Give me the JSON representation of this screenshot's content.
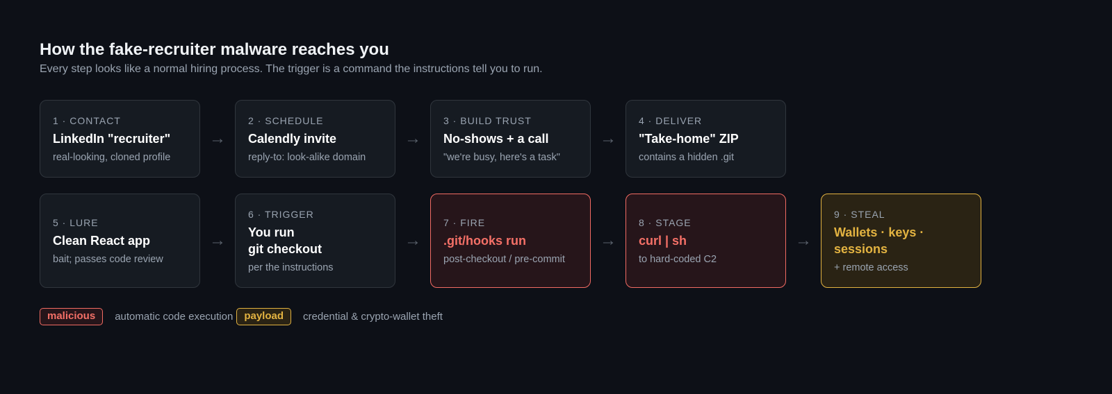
{
  "title": "How the fake-recruiter malware reaches you",
  "subtitle": "Every step looks like a normal hiring process. The trigger is a command the instructions tell you to run.",
  "arrow_glyph": "→",
  "steps": [
    {
      "step": "1 · CONTACT",
      "head": "LinkedIn \"recruiter\"",
      "desc": "real-looking, cloned profile",
      "kind": "normal"
    },
    {
      "step": "2 · SCHEDULE",
      "head": "Calendly invite",
      "desc": "reply-to: look-alike domain",
      "kind": "normal"
    },
    {
      "step": "3 · BUILD TRUST",
      "head": "No-shows + a call",
      "desc": "\"we're busy, here's a task\"",
      "kind": "normal"
    },
    {
      "step": "4 · DELIVER",
      "head": "\"Take-home\" ZIP",
      "desc": "contains a hidden .git",
      "kind": "normal"
    },
    {
      "step": "5 · LURE",
      "head": "Clean React app",
      "desc": "bait; passes code review",
      "kind": "normal"
    },
    {
      "step": "6 · TRIGGER",
      "head": "You run\ngit checkout",
      "desc": "per the instructions",
      "kind": "normal"
    },
    {
      "step": "7 · FIRE",
      "head": ".git/hooks run",
      "desc": "post-checkout / pre-commit",
      "kind": "malicious"
    },
    {
      "step": "8 · STAGE",
      "head": "curl | sh",
      "desc": "to hard-coded C2",
      "kind": "malicious"
    },
    {
      "step": "9 · STEAL",
      "head": "Wallets · keys ·\nsessions",
      "desc": "+ remote access",
      "kind": "payload"
    }
  ],
  "legend": {
    "malicious_badge": "malicious",
    "malicious_text": "automatic code execution",
    "payload_badge": "payload",
    "payload_text": "credential & crypto-wallet theft"
  },
  "colors": {
    "background": "#0d1017",
    "card": "#161b22",
    "malicious": "#f47067",
    "payload": "#e3b341"
  }
}
